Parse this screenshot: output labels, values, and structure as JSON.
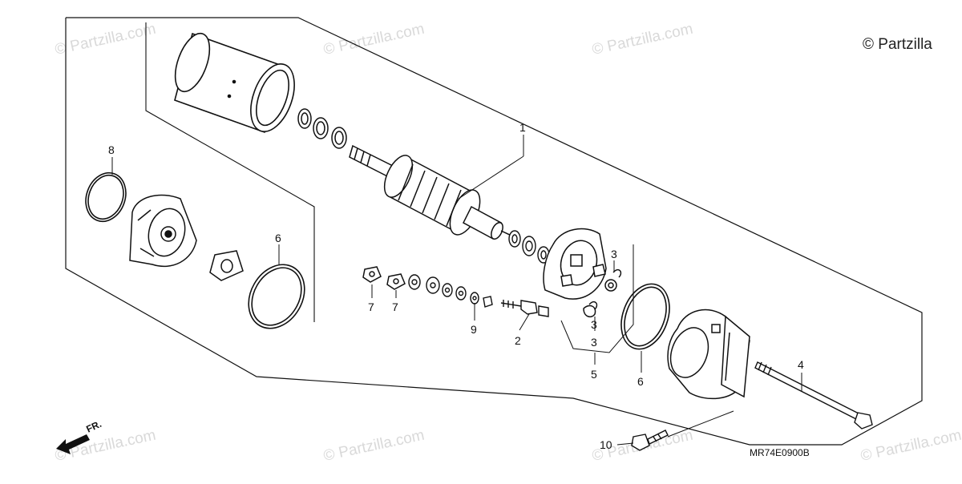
{
  "copyright": "© Partzilla",
  "diagram_code": "MR74E0900B",
  "watermark_text": "© Partzilla.com",
  "direction_label": "FR.",
  "callouts": [
    "1",
    "2",
    "3",
    "3",
    "3",
    "4",
    "5",
    "6",
    "6",
    "7",
    "7",
    "8",
    "9",
    "10"
  ],
  "colors": {
    "line": "#111111",
    "watermark": "#d9d9d9"
  }
}
